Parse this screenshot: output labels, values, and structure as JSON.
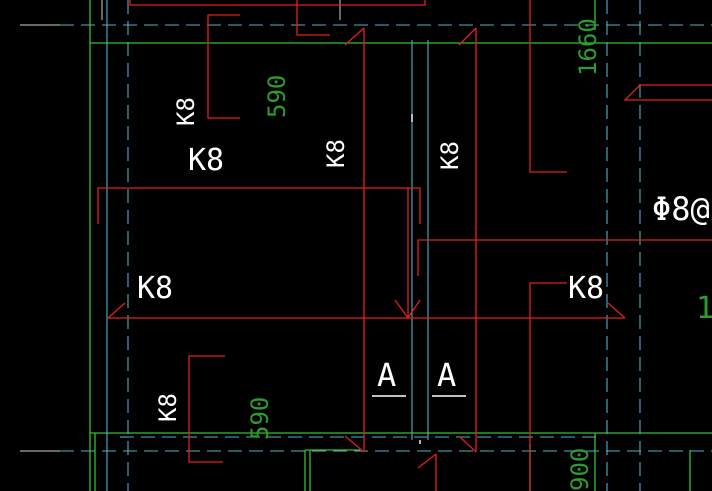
{
  "drawing": {
    "background": "#000000",
    "colors": {
      "red": "#e0201e",
      "green": "#30c030",
      "cyan": "#4fb0c8",
      "white": "#ffffff",
      "grey": "#cfcfcf",
      "dim_green": "#2d9b2d"
    },
    "labels": {
      "k8_a": "K8",
      "k8_b": "K8",
      "k8_c": "K8",
      "k8_d": "K8",
      "k8_e": "K8",
      "k8_f": "K8",
      "k8_g": "K8",
      "dim_590_top": "590",
      "dim_590_bottom": "590",
      "dim_1660": "1660",
      "dim_900": "900",
      "section_a_left": "A",
      "section_a_right": "A",
      "phi8": "Φ8@",
      "edge_1": "1"
    }
  }
}
